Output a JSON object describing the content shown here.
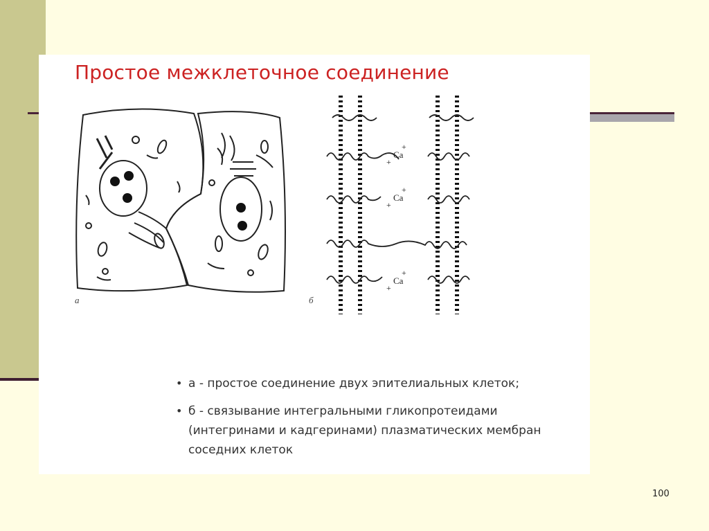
{
  "slide": {
    "title": "Простое межклеточное соединение",
    "figure_labels": {
      "a": "а",
      "b": "б",
      "ca": "Ca"
    },
    "bullets": [
      {
        "text": "а - простое соединение двух эпителиальных клеток;"
      },
      {
        "text": "б - связывание интегральными гликопротеидами (интегринами и кадгеринами) плазматических мембран соседних клеток"
      }
    ],
    "page_number": "100"
  },
  "colors": {
    "title": "#cc2222",
    "background": "#fffde3",
    "sidebar": "#c9c88f"
  }
}
